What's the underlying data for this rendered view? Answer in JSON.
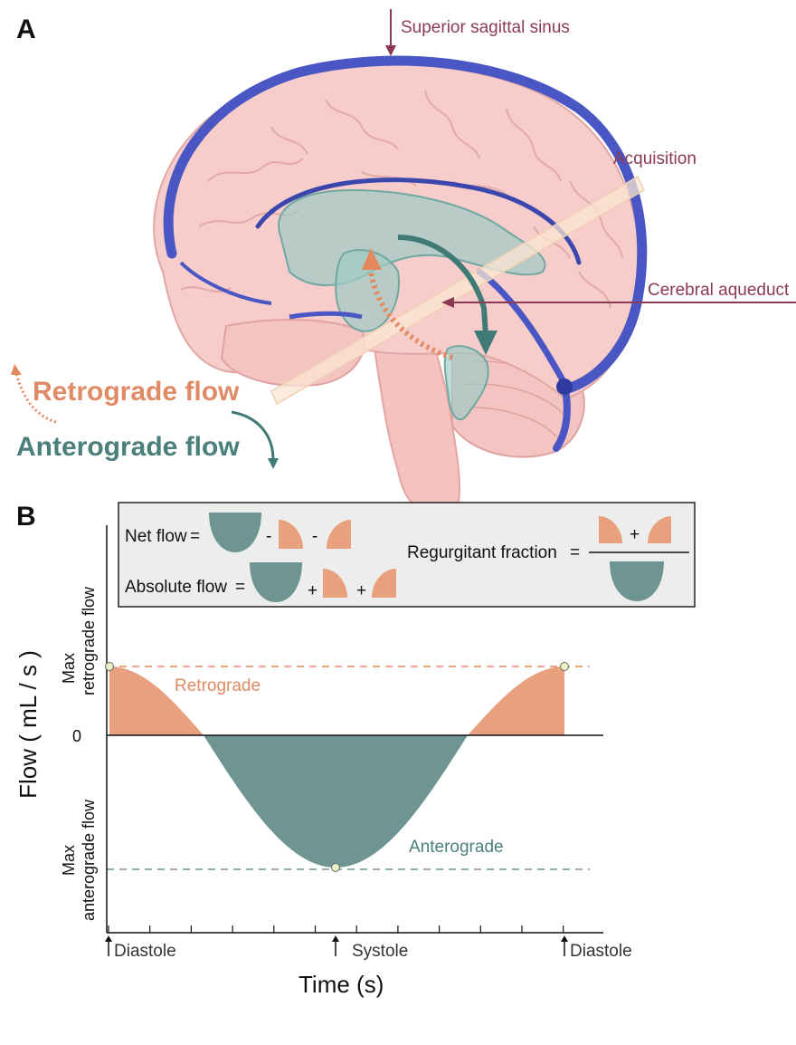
{
  "panel_a": {
    "letter": "A",
    "labels": {
      "superior_sagittal_sinus": "Superior sagittal sinus",
      "acquisition": "Acquisition",
      "cerebral_aqueduct": "Cerebral aqueduct",
      "retrograde_flow": "Retrograde flow",
      "anterograde_flow": "Anterograde flow"
    }
  },
  "panel_b": {
    "letter": "B",
    "equations": {
      "net_flow": "Net flow",
      "absolute_flow": "Absolute flow",
      "regurgitant_fraction": "Regurgitant fraction",
      "equals": "=",
      "minus": "-",
      "plus": "+"
    },
    "y_axis": {
      "title": "Flow ( mL / s )",
      "max_retro_line1": "Max",
      "max_retro_line2": "retrograde flow",
      "zero": "0",
      "max_antero_line1": "Max",
      "max_antero_line2": "anterograde flow"
    },
    "x_axis": {
      "title": "Time (s)",
      "markers": [
        "Diastole",
        "Systole",
        "Diastole"
      ]
    },
    "curve_labels": {
      "retrograde": "Retrograde",
      "anterograde": "Anterograde"
    }
  },
  "colors": {
    "retrograde": "#e9a07f",
    "anterograde": "#6e9592",
    "vein": "#4a56c4",
    "brain": "#f6cdca",
    "maroon_text": "#8c3a52"
  }
}
